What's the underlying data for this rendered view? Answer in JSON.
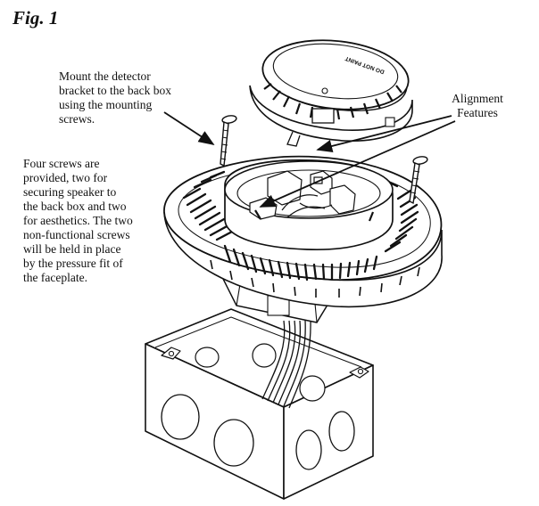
{
  "figure": {
    "title": "Fig. 1"
  },
  "callouts": {
    "mount": {
      "lines": [
        "Mount the detector",
        "bracket to the back box",
        "using the mounting",
        "screws."
      ]
    },
    "alignment": {
      "lines": [
        "Alignment",
        "Features"
      ]
    },
    "screws": {
      "lines": [
        "Four screws are",
        "provided, two for",
        "securing speaker to",
        "the back box and two",
        "for aesthetics. The two",
        "non-functional screws",
        "will be held in place",
        "by the pressure fit of",
        "the faceplate."
      ]
    }
  },
  "detector_label": "DO NOT PAINT",
  "icons": {
    "screw": "screw-icon",
    "detector": "smoke-detector-head",
    "speaker": "speaker-faceplate",
    "box": "electrical-back-box"
  }
}
